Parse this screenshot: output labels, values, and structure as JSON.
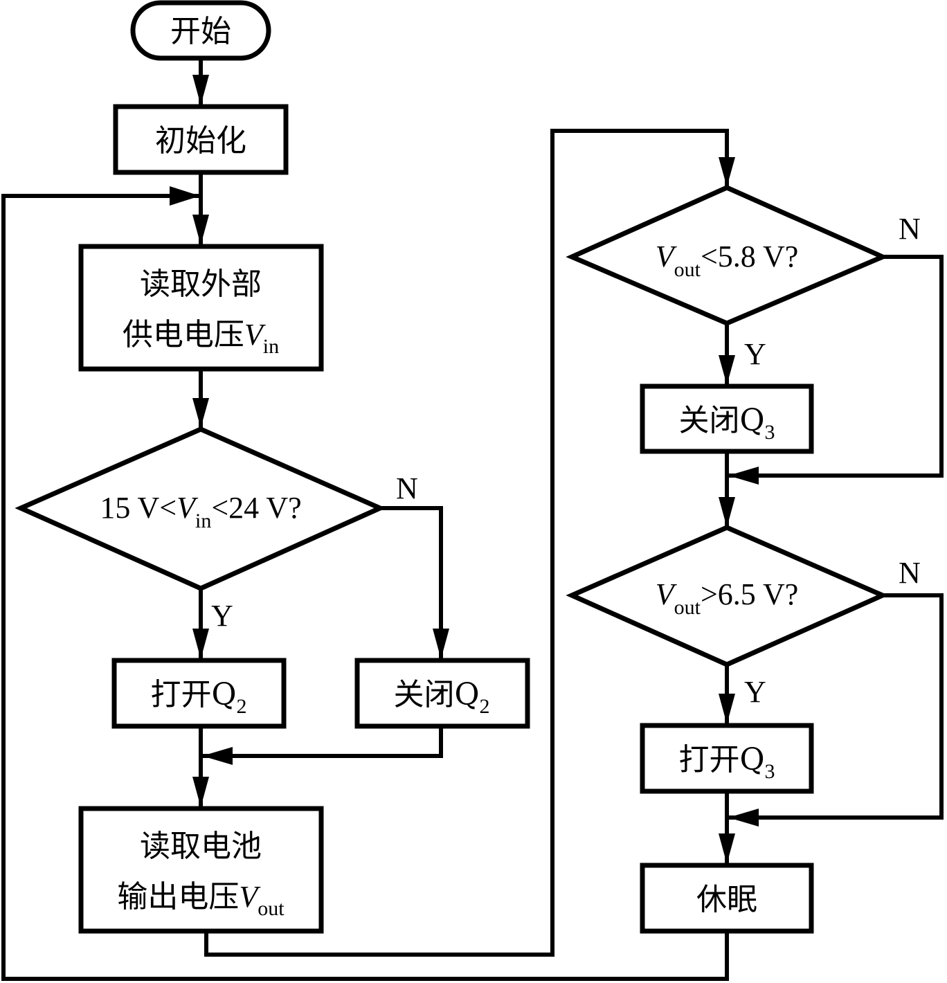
{
  "diagram": {
    "type": "flowchart",
    "colors": {
      "stroke": "#000000",
      "background": "#ffffff"
    },
    "nodes": {
      "start": {
        "shape": "terminal",
        "text": "开始"
      },
      "init": {
        "shape": "process",
        "text": "初始化"
      },
      "read_vin": {
        "shape": "process",
        "line1": "读取外部",
        "line2_cn": "供电电压",
        "var": "V",
        "sub": "in"
      },
      "check_vin": {
        "shape": "decision",
        "pre": "15 V<",
        "var": "V",
        "sub": "in",
        "post": "<24 V?"
      },
      "open_q2": {
        "shape": "process",
        "text": "打开Q",
        "sub": "2"
      },
      "close_q2": {
        "shape": "process",
        "text": "关闭Q",
        "sub": "2"
      },
      "read_vout": {
        "shape": "process",
        "line1": "读取电池",
        "line2_cn": "输出电压",
        "var": "V",
        "sub": "out"
      },
      "check_low": {
        "shape": "decision",
        "var": "V",
        "sub": "out",
        "post": "<5.8 V?"
      },
      "close_q3": {
        "shape": "process",
        "text": "关闭Q",
        "sub": "3"
      },
      "check_high": {
        "shape": "decision",
        "var": "V",
        "sub": "out",
        "post": ">6.5 V?"
      },
      "open_q3": {
        "shape": "process",
        "text": "打开Q",
        "sub": "3"
      },
      "sleep": {
        "shape": "process",
        "text": "休眠"
      }
    },
    "edge_labels": {
      "yes": "Y",
      "no": "N"
    },
    "edges": [
      {
        "from": "start",
        "to": "init"
      },
      {
        "from": "init",
        "to": "read_vin"
      },
      {
        "from": "read_vin",
        "to": "check_vin"
      },
      {
        "from": "check_vin",
        "to": "open_q2",
        "label": "Y"
      },
      {
        "from": "check_vin",
        "to": "close_q2",
        "label": "N"
      },
      {
        "from": "open_q2",
        "to": "read_vout"
      },
      {
        "from": "close_q2",
        "to": "read_vout"
      },
      {
        "from": "read_vout",
        "to": "check_low"
      },
      {
        "from": "check_low",
        "to": "close_q3",
        "label": "Y"
      },
      {
        "from": "check_low",
        "to": "check_high",
        "label": "N"
      },
      {
        "from": "close_q3",
        "to": "check_high"
      },
      {
        "from": "check_high",
        "to": "open_q3",
        "label": "Y"
      },
      {
        "from": "check_high",
        "to": "sleep",
        "label": "N"
      },
      {
        "from": "open_q3",
        "to": "sleep"
      },
      {
        "from": "sleep",
        "to": "read_vin"
      }
    ]
  }
}
